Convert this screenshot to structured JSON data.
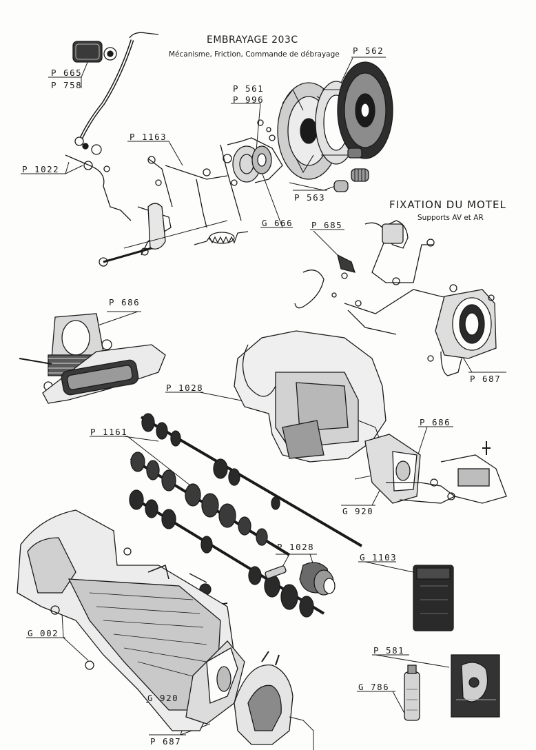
{
  "header": {
    "title": "EMBRAYAGE 203C",
    "subtitle": "Mécanisme, Friction, Commande de débrayage"
  },
  "section2": {
    "title": "FIXATION DU MOTEL",
    "subtitle": "Supports AV et AR"
  },
  "refs": {
    "p562": "P 562",
    "p665": "P 665",
    "p758": "P 758",
    "p561": "P 561",
    "p996": "P 996",
    "p1163": "P 1163",
    "p1022": "P 1022",
    "p563": "P 563",
    "g666": "G 666",
    "p685": "P 685",
    "p686a": "P 686",
    "p687a": "P 687",
    "p1028a": "P 1028",
    "p686b": "P 686",
    "p1161": "P 1161",
    "g920a": "G 920",
    "p1028b": "P 1028",
    "g1103": "G 1103",
    "g002": "G 002",
    "p581": "P 581",
    "g786": "G 786",
    "g920b": "G 920",
    "p687b": "P 687"
  }
}
